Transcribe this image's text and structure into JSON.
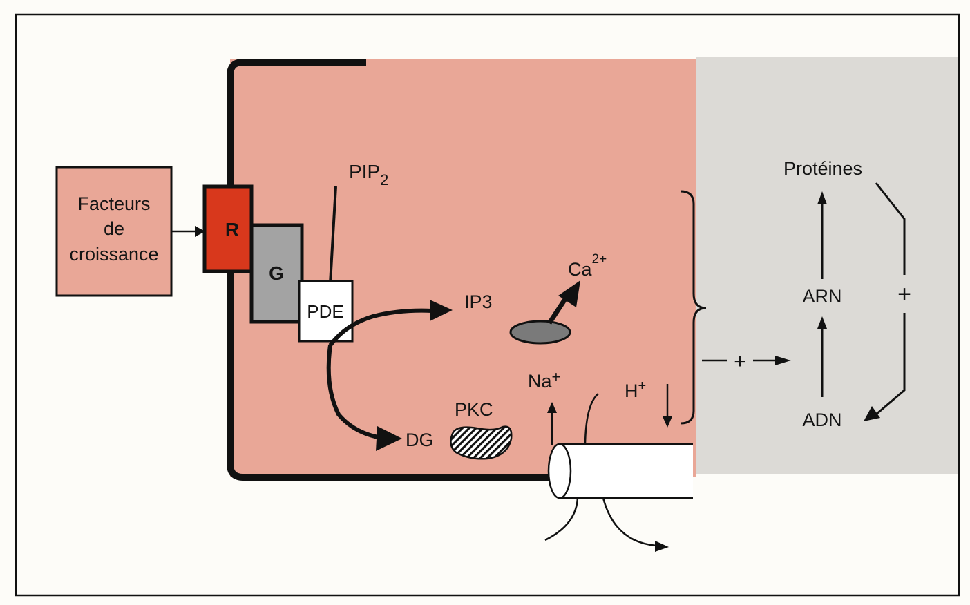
{
  "colors": {
    "cytoplasm": "#e9a797",
    "nucleus": "#dcdad6",
    "receptor": "#d8381c",
    "g_protein": "#a3a3a3",
    "ca_store": "#7a7a7a",
    "outline": "#111111",
    "background": "#fdfcf8"
  },
  "labels": {
    "growth_factors": [
      "Facteurs",
      "de",
      "croissance"
    ],
    "receptor": "R",
    "g_protein": "G",
    "pde": "PDE",
    "pip2_base": "PIP",
    "pip2_sub": "2",
    "ip3": "IP3",
    "ca_base": "Ca",
    "ca_sup": "2+",
    "dg": "DG",
    "pkc": "PKC",
    "na_base": "Na",
    "na_sup": "+",
    "h_base": "H",
    "h_sup": "+",
    "plus_signal": "+",
    "proteins": "Protéines",
    "rna": "ARN",
    "dna": "ADN",
    "plus_feedback": "+"
  }
}
